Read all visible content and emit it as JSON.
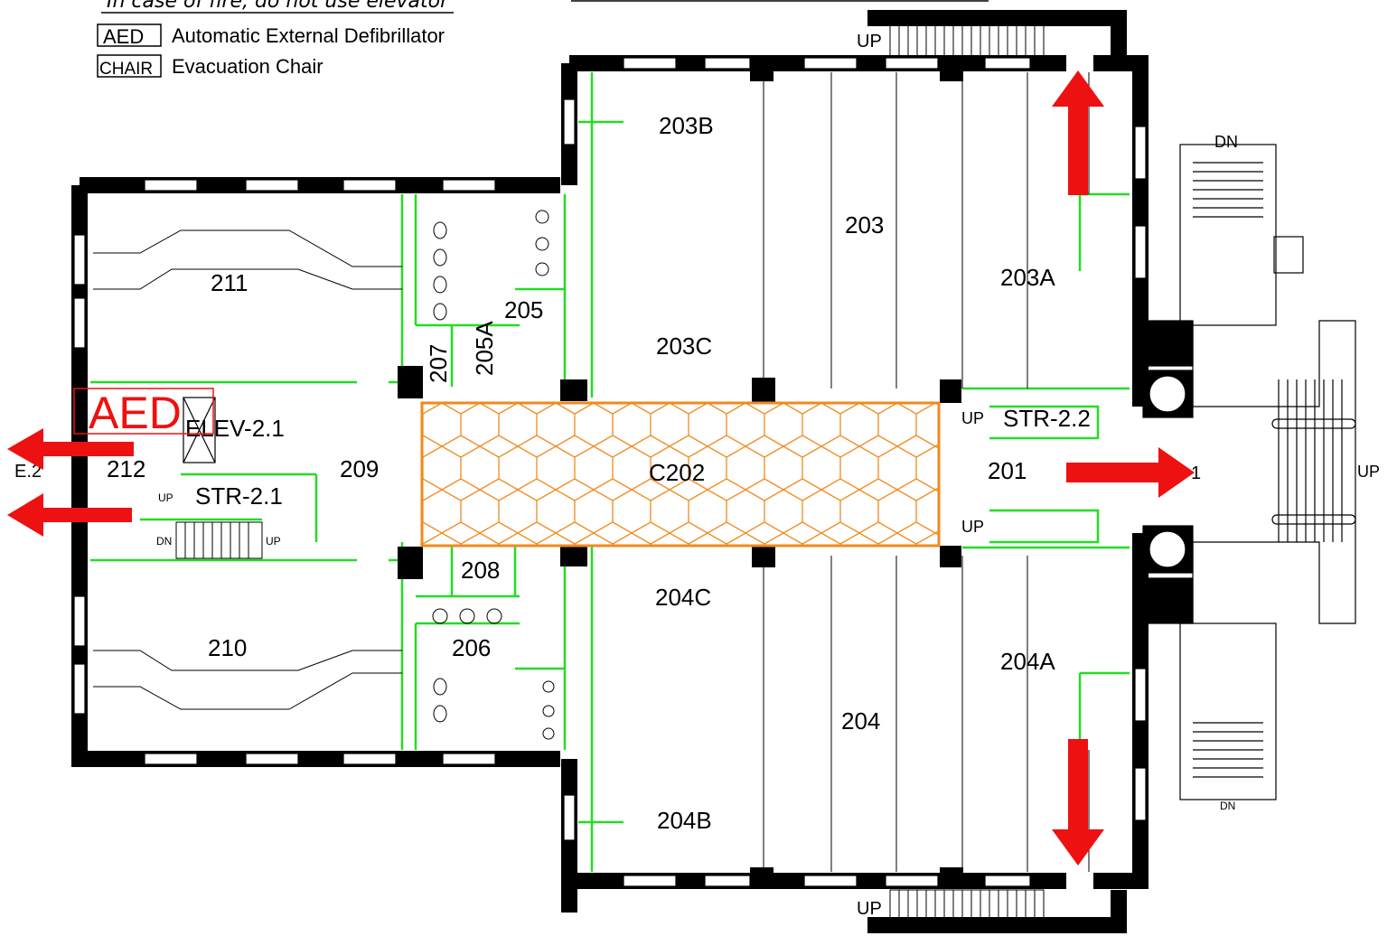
{
  "legend": {
    "note": "In case of fire, do not use elevator",
    "items": [
      {
        "code": "AED",
        "text": "Automatic External Defibrillator"
      },
      {
        "code": "CHAIR",
        "text": "Evacuation Chair"
      }
    ]
  },
  "rooms": {
    "r203": "203",
    "r203a": "203A",
    "r203b": "203B",
    "r203c": "203C",
    "r204": "204",
    "r204a": "204A",
    "r204b": "204B",
    "r204c": "204C",
    "r205": "205",
    "r205a": "205A",
    "r206": "206",
    "r207": "207",
    "r208": "208",
    "r209": "209",
    "r210": "210",
    "r211": "211",
    "r212": "212",
    "r201": "201",
    "c202": "C202",
    "elev": "ELEV-2.1",
    "str21": "STR-2.1",
    "str22": "STR-2.2",
    "exit_left": "E.2",
    "exit_right": "1"
  },
  "stairs": {
    "up": "UP",
    "dn": "DN"
  },
  "aed_marker": "AED",
  "colors": {
    "wall": "#000000",
    "partition": "#22dd22",
    "corridor": "#f08a1c",
    "exit_arrow": "#ee1111",
    "aed": "#ee1111"
  },
  "exit_arrows": [
    "left-upper",
    "left-lower",
    "north",
    "south",
    "east"
  ]
}
